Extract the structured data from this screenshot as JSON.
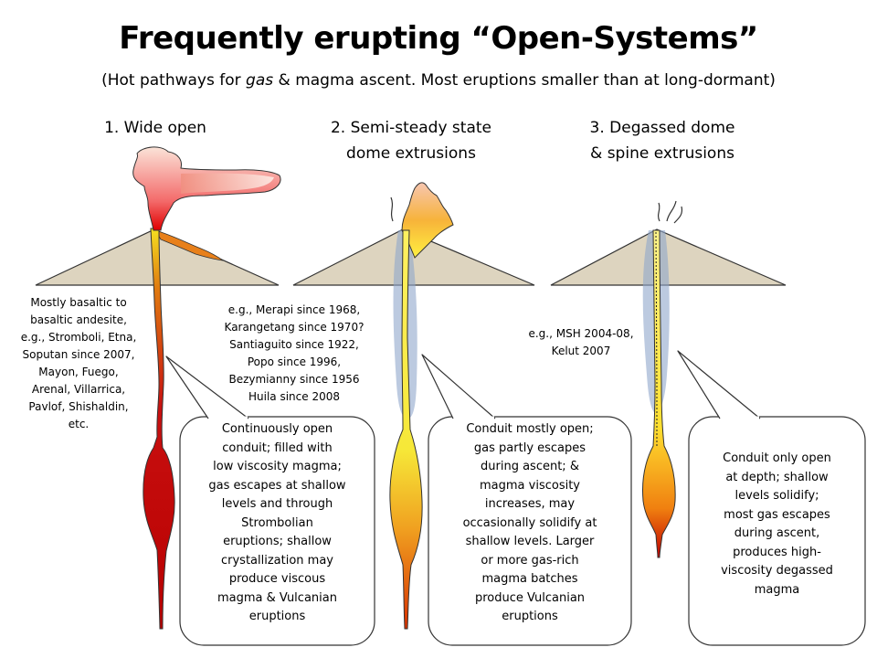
{
  "title": "Frequently erupting “Open-Systems”",
  "subtitle": {
    "before": "(Hot pathways for ",
    "italic": "gas",
    "after": " & magma ascent.    Most eruptions smaller than at long-dormant)"
  },
  "columns": [
    {
      "heading": "1.  Wide open",
      "examples": "Mostly basaltic to\nbasaltic andesite,\ne.g., Stromboli, Etna,\nSoputan since 2007,\nMayon, Fuego,\nArenal, Villarrica,\nPavlof, Shishaldin,\netc.",
      "description": "Continuously open\nconduit; filled with\nlow viscosity magma;\ngas escapes at shallow\nlevels and  through\nStrombolian\neruptions; shallow\ncrystallization may\nproduce viscous\nmagma & Vulcanian\neruptions"
    },
    {
      "heading": "2.  Semi-steady state\ndome extrusions",
      "examples": "e.g., Merapi since 1968,\nKarangetang since 1970?\nSantiaguito since 1922,\nPopo since 1996,\nBezymianny since 1956\nHuila since 2008",
      "description": "Conduit mostly open;\ngas partly escapes\nduring ascent; &\nmagma viscosity\nincreases, may\noccasionally solidify at\nshallow levels. Larger\nor more gas-rich\nmagma batches\nproduce Vulcanian\neruptions"
    },
    {
      "heading": "3.  Degassed dome\n& spine extrusions",
      "examples": "e.g., MSH 2004-08,\nKelut 2007",
      "description": "Conduit only open\nat depth; shallow\nlevels solidify;\nmost gas escapes\nduring ascent,\nproduces high-\nviscosity degassed\nmagma"
    }
  ],
  "colors": {
    "cone_fill": "#ddd4bf",
    "cone_stroke": "#333333",
    "magma_red": "#c80000",
    "magma_orange": "#e06010",
    "magma_yellow": "#ffe020",
    "halo_blue": "#8fa6cc",
    "plume_pink": "#f5b89c"
  }
}
